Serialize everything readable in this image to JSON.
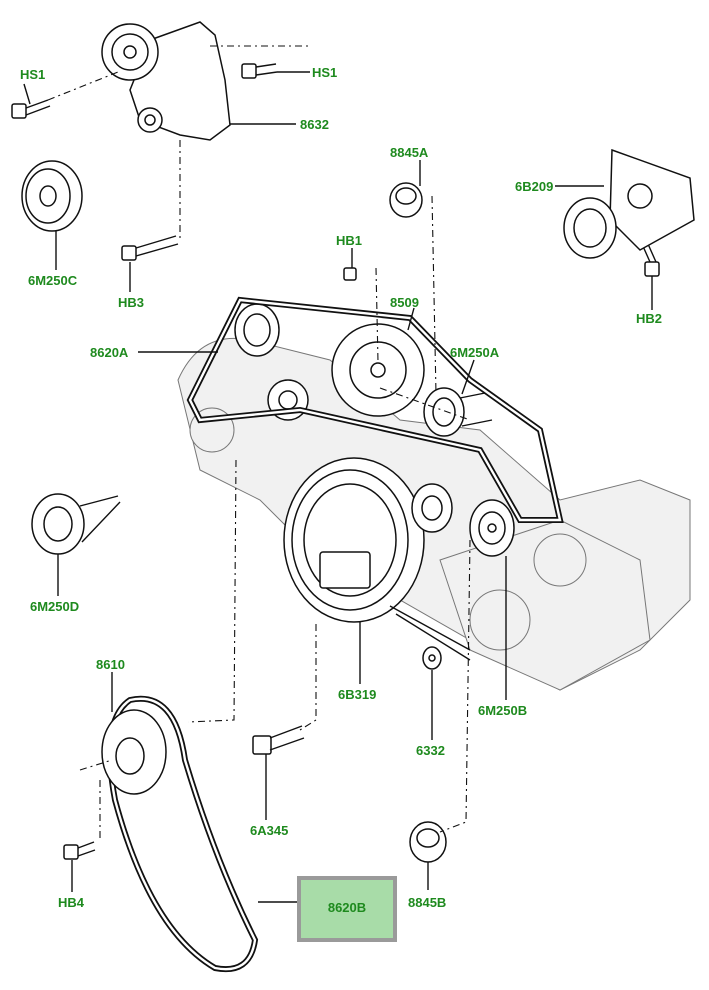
{
  "labels": {
    "hs1_left": "HS1",
    "hs1_right": "HS1",
    "p8632": "8632",
    "p8845a": "8845A",
    "p6b209": "6B209",
    "p6m250c": "6M250C",
    "hb1": "HB1",
    "hb3": "HB3",
    "hb2": "HB2",
    "p8509": "8509",
    "p6m250a": "6M250A",
    "p8620a": "8620A",
    "p6m250d": "6M250D",
    "p8610": "8610",
    "p6b319": "6B319",
    "p6332": "6332",
    "p6m250b": "6M250B",
    "p6a345": "6A345",
    "hb4": "HB4",
    "p8845b": "8845B",
    "p8620b": "8620B"
  },
  "colors": {
    "label_text": "#1e8a1e",
    "highlight_fill": "#a8dca8",
    "highlight_border": "#9a9a9a"
  }
}
